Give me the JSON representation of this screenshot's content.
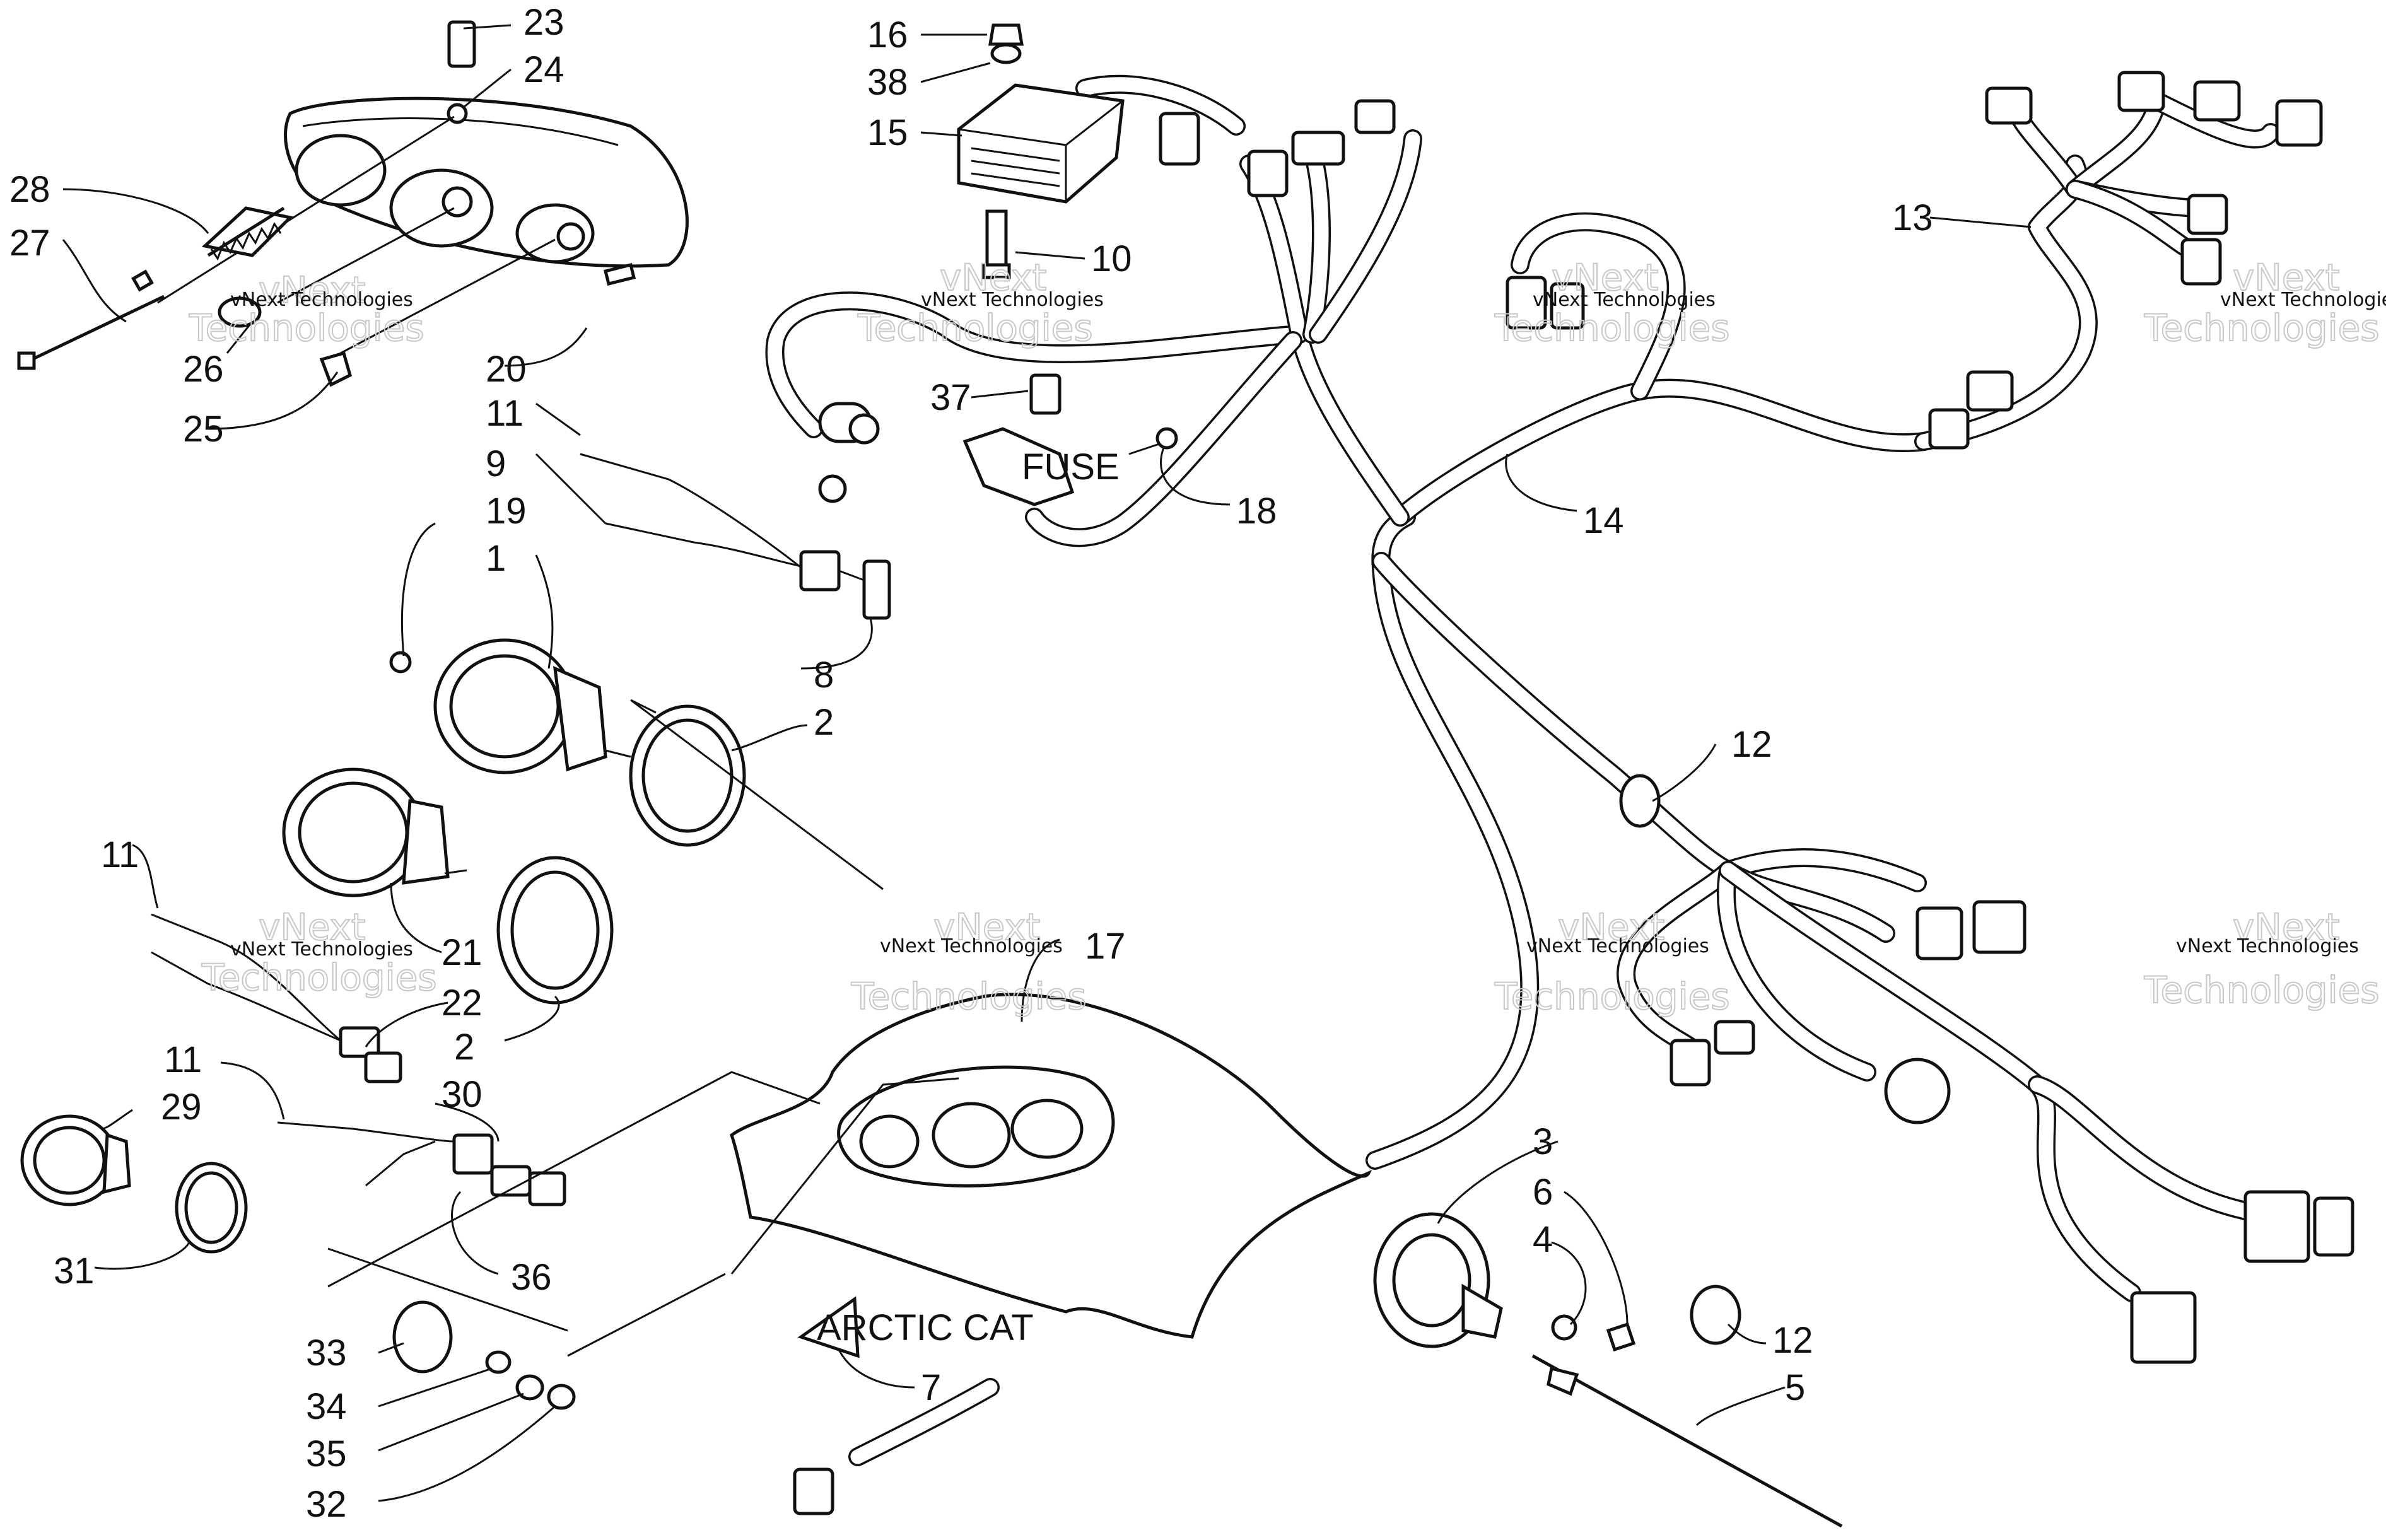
{
  "callouts": [
    {
      "id": "c23",
      "label": "23"
    },
    {
      "id": "c24",
      "label": "24"
    },
    {
      "id": "c28",
      "label": "28"
    },
    {
      "id": "c27",
      "label": "27"
    },
    {
      "id": "c26",
      "label": "26"
    },
    {
      "id": "c25",
      "label": "25"
    },
    {
      "id": "c20",
      "label": "20"
    },
    {
      "id": "c16",
      "label": "16"
    },
    {
      "id": "c38",
      "label": "38"
    },
    {
      "id": "c15",
      "label": "15"
    },
    {
      "id": "c10",
      "label": "10"
    },
    {
      "id": "c37",
      "label": "37"
    },
    {
      "id": "c18",
      "label": "18"
    },
    {
      "id": "c13",
      "label": "13"
    },
    {
      "id": "c14",
      "label": "14"
    },
    {
      "id": "c11a",
      "label": "11"
    },
    {
      "id": "c9",
      "label": "9"
    },
    {
      "id": "c19",
      "label": "19"
    },
    {
      "id": "c1",
      "label": "1"
    },
    {
      "id": "c8",
      "label": "8"
    },
    {
      "id": "c2a",
      "label": "2"
    },
    {
      "id": "c12a",
      "label": "12"
    },
    {
      "id": "c11b",
      "label": "11"
    },
    {
      "id": "c21",
      "label": "21"
    },
    {
      "id": "c22",
      "label": "22"
    },
    {
      "id": "c2b",
      "label": "2"
    },
    {
      "id": "c17",
      "label": "17"
    },
    {
      "id": "c11c",
      "label": "11"
    },
    {
      "id": "c30",
      "label": "30"
    },
    {
      "id": "c29",
      "label": "29"
    },
    {
      "id": "c31",
      "label": "31"
    },
    {
      "id": "c36",
      "label": "36"
    },
    {
      "id": "c33",
      "label": "33"
    },
    {
      "id": "c34",
      "label": "34"
    },
    {
      "id": "c35",
      "label": "35"
    },
    {
      "id": "c32",
      "label": "32"
    },
    {
      "id": "c7",
      "label": "7"
    },
    {
      "id": "c3",
      "label": "3"
    },
    {
      "id": "c6",
      "label": "6"
    },
    {
      "id": "c4",
      "label": "4"
    },
    {
      "id": "c12b",
      "label": "12"
    },
    {
      "id": "c5",
      "label": "5"
    }
  ],
  "watermark": {
    "small": "vNext Technologies",
    "big_line1": "vNext",
    "big_line2": "Technologies"
  },
  "labels": {
    "fuse": "FUSE",
    "decal": "ARCTIC CAT"
  }
}
